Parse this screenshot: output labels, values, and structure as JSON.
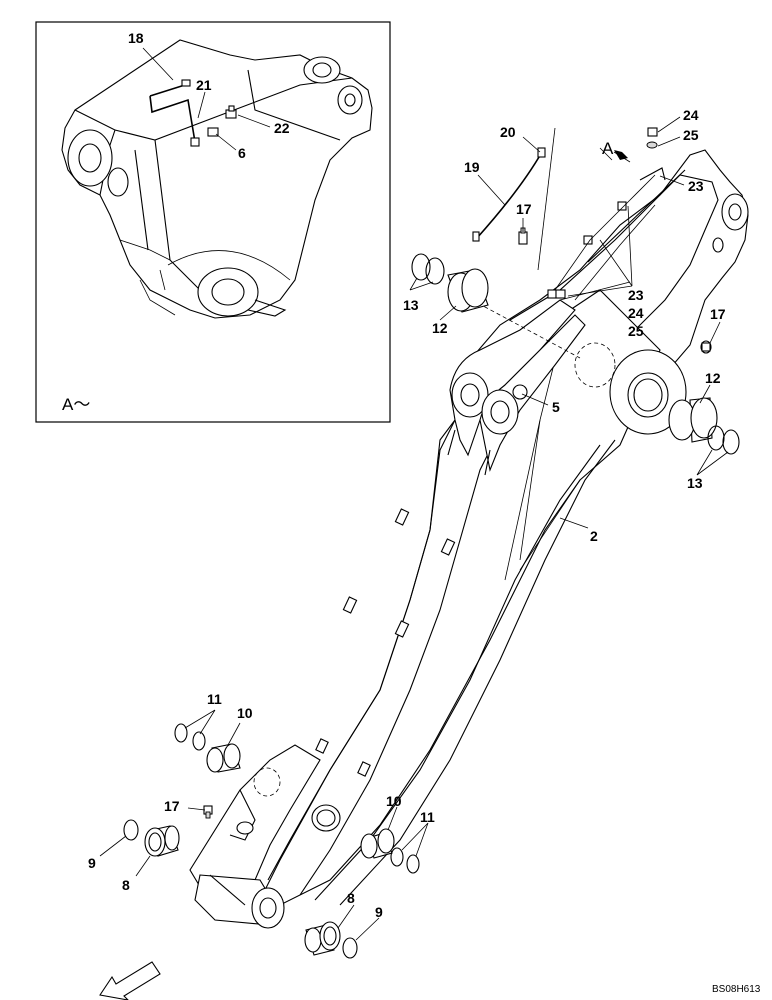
{
  "drawing_code": "BS08H613",
  "detail_view_label": "A～",
  "view_arrow_label": "A",
  "parts": {
    "p2": "2",
    "p5": "5",
    "p6": "6",
    "p8a": "8",
    "p8b": "8",
    "p9a": "9",
    "p9b": "9",
    "p10a": "10",
    "p10b": "10",
    "p11a": "11",
    "p11b": "11",
    "p12a": "12",
    "p12b": "12",
    "p13a": "13",
    "p13b": "13",
    "p17a": "17",
    "p17b": "17",
    "p17c": "17",
    "p18": "18",
    "p19": "19",
    "p20": "20",
    "p21": "21",
    "p22": "22",
    "p23a": "23",
    "p23b": "23",
    "p24a": "24",
    "p24b": "24",
    "p25a": "25",
    "p25b": "25"
  }
}
